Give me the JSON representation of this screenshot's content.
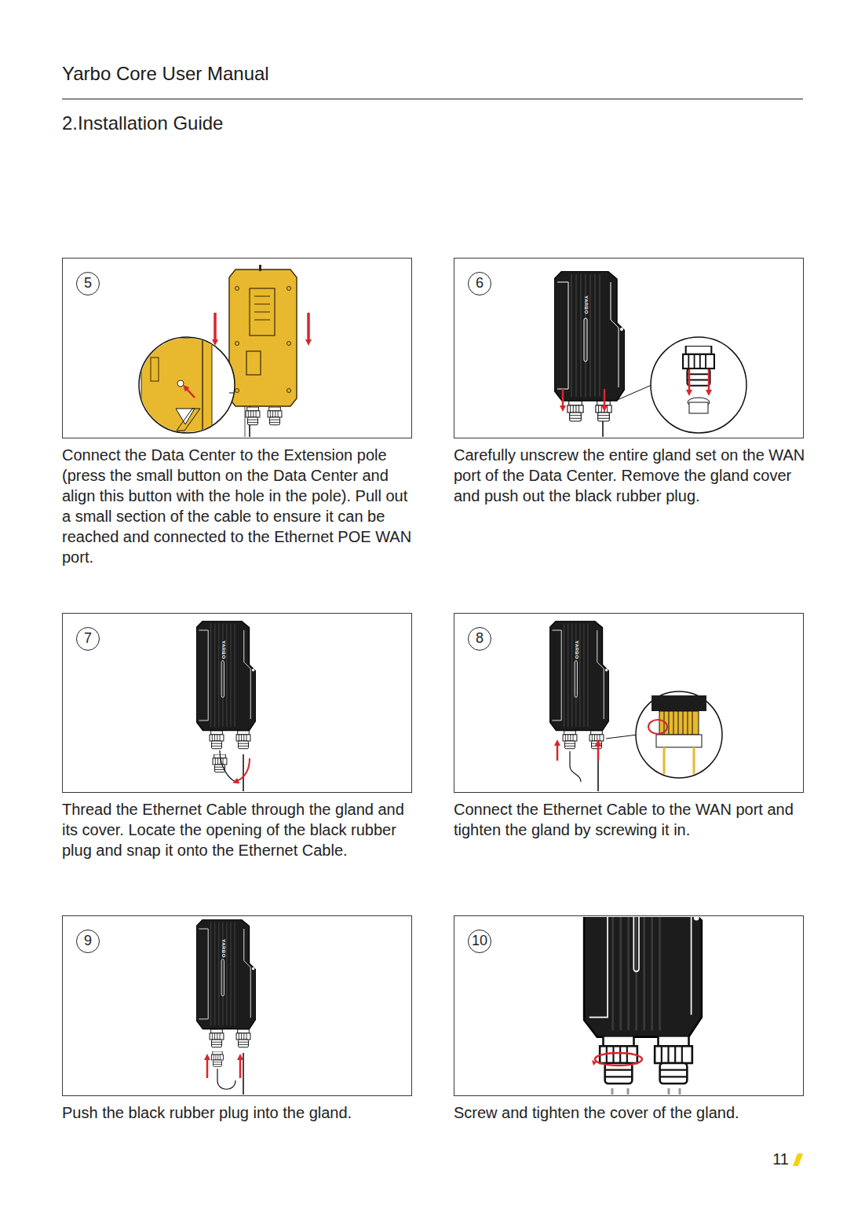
{
  "diagram": {
    "title": "Yarbo Core User Manual",
    "nodes": [
      {
        "text": [
          "5",
          "Connect the Data Center to the Extension pole (press the small button on the Data Center and align this button with the hole in the pole). Pull out a small section of the cable to ensure it can be reached and connected to the Ethernet POE WAN port."
        ]
      },
      {
        "text": [
          "6",
          "Carefully unscrew the entire gland set on the WAN port of the Data Center. Remove the gland cover and push out the black rubber plug."
        ]
      },
      {
        "text": [
          "7",
          "Thread the Ethernet Cable through the gland and its cover. Locate the opening of the black rubber plug and snap it onto the Ethernet Cable."
        ]
      },
      {
        "text": [
          "8",
          "Connect the Ethernet Cable to the WAN port and tighten the gland by screwing it in."
        ]
      },
      {
        "text": [
          "9",
          "Push the black rubber plug into the gland."
        ]
      },
      {
        "text": [
          "10",
          "Screw and tighten the cover of the gland."
        ]
      }
    ],
    "labels": [
      "2.Installation Guide",
      "YARBO",
      "YARBO",
      "YARBO",
      "YARBO",
      "11"
    ]
  }
}
